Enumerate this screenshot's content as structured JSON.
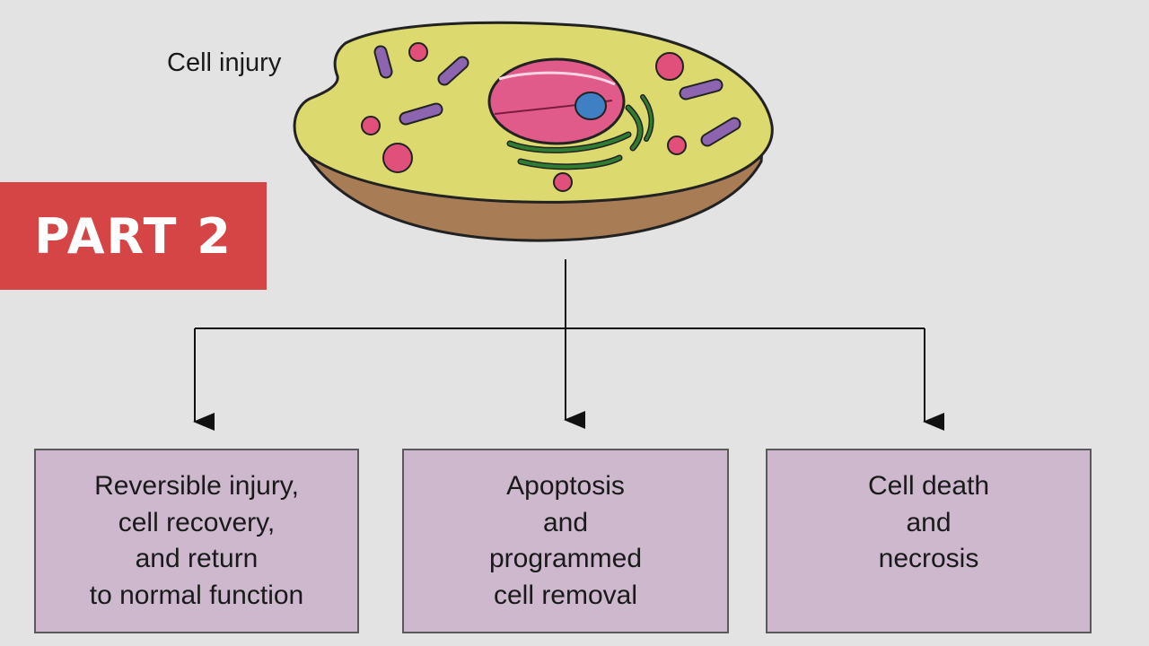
{
  "diagram": {
    "cell_label": "Cell injury",
    "badge": "PART 2",
    "outcomes": [
      {
        "lines": [
          "Reversible injury,",
          "cell recovery,",
          "and return",
          "to normal function"
        ]
      },
      {
        "lines": [
          "Apoptosis",
          "and",
          "programmed",
          "cell removal"
        ]
      },
      {
        "lines": [
          "Cell death",
          "and",
          "necrosis"
        ]
      }
    ],
    "colors": {
      "background": "#e3e3e3",
      "badge": "#d64545",
      "box_fill": "#cdb8cd",
      "cytoplasm": "#dcd96e",
      "cell_base": "#a87c55",
      "nucleus": "#e05a8a",
      "nucleolus": "#3f7fc4",
      "mitochondria": "#8c64b0",
      "vesicles": "#e0507a",
      "er": "#2e7d32"
    }
  }
}
